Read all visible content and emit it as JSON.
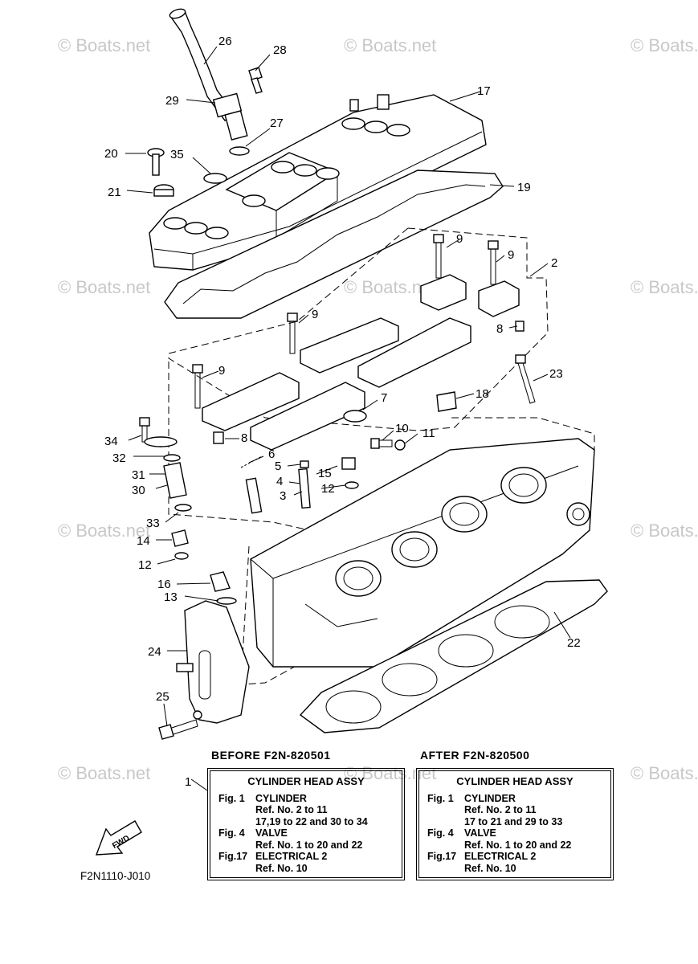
{
  "watermarks": [
    "© Boats.net"
  ],
  "callouts": [
    "1",
    "2",
    "3",
    "4",
    "5",
    "6",
    "7",
    "8",
    "9",
    "10",
    "11",
    "12",
    "13",
    "14",
    "15",
    "16",
    "17",
    "18",
    "19",
    "20",
    "21",
    "22",
    "23",
    "24",
    "25",
    "26",
    "27",
    "28",
    "29",
    "30",
    "31",
    "32",
    "33",
    "34",
    "35"
  ],
  "fwd_label": "FWD",
  "drawing_code": "F2N1110-J010",
  "before": {
    "header": "BEFORE F2N-820501",
    "title": "CYLINDER HEAD ASSY",
    "fig1_label": "Fig. 1",
    "fig1_name": "CYLINDER",
    "fig1_ref1": "Ref. No. 2 to 11",
    "fig1_ref2": "17,19 to 22 and 30 to 34",
    "fig4_label": "Fig. 4",
    "fig4_name": "VALVE",
    "fig4_ref": "Ref. No. 1 to 20 and 22",
    "fig17_label": "Fig.17",
    "fig17_name": "ELECTRICAL 2",
    "fig17_ref": "Ref. No. 10"
  },
  "after": {
    "header": "AFTER F2N-820500",
    "title": "CYLINDER HEAD ASSY",
    "fig1_label": "Fig. 1",
    "fig1_name": "CYLINDER",
    "fig1_ref1": "Ref. No. 2 to 11",
    "fig1_ref2": "17 to 21 and 29 to 33",
    "fig4_label": "Fig. 4",
    "fig4_name": "VALVE",
    "fig4_ref": "Ref. No. 1 to 20 and 22",
    "fig17_label": "Fig.17",
    "fig17_name": "ELECTRICAL 2",
    "fig17_ref": "Ref. No. 10"
  }
}
